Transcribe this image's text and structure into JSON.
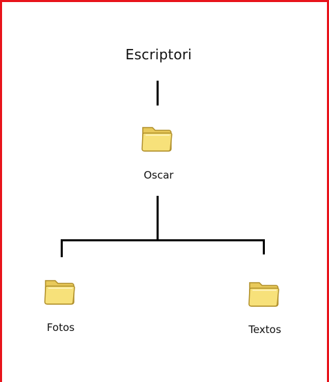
{
  "diagram": {
    "root": {
      "label": "Escriptori"
    },
    "middle": {
      "label": "Oscar",
      "icon": "folder-icon"
    },
    "children": [
      {
        "label": "Fotos",
        "icon": "folder-icon"
      },
      {
        "label": "Textos",
        "icon": "folder-icon"
      }
    ]
  },
  "colors": {
    "frame": "#e8141c",
    "folder_fill": "#f7e17a",
    "folder_stroke": "#b08f2a",
    "line": "#000000"
  }
}
